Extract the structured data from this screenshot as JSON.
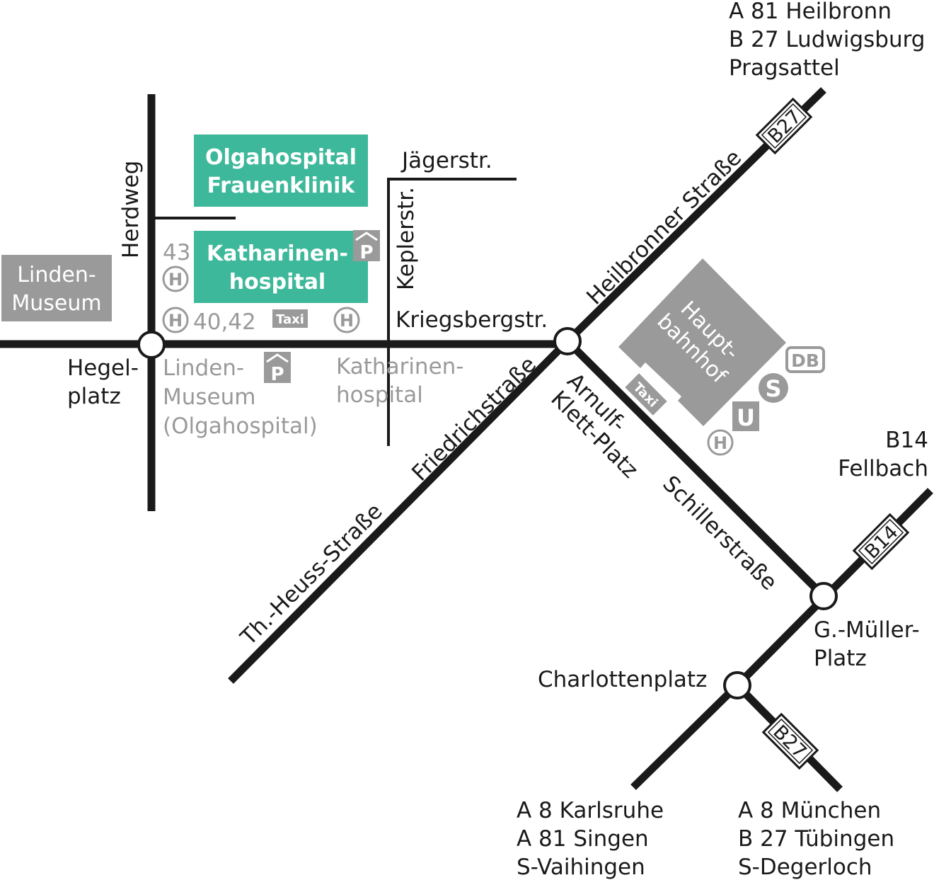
{
  "destinations": {
    "north": [
      "A 81 Heilbronn",
      "B 27 Ludwigsburg",
      "Pragsattel"
    ],
    "east": [
      "B14",
      "Fellbach"
    ],
    "southwest": [
      "A 8 Karlsruhe",
      "A 81 Singen",
      "S-Vaihingen"
    ],
    "southeast": [
      "A 8 München",
      "B 27 Tübingen",
      "S-Degerloch"
    ]
  },
  "streets": {
    "herdweg": "Herdweg",
    "jaegerstr": "Jägerstr.",
    "keplerstr": "Keplerstr.",
    "kriegsbergstr": "Kriegsbergstr.",
    "heilbronner": "Heilbronner Straße",
    "friedrichstr": "Friedrichstraße",
    "heuss": "Th.-Heuss-Straße",
    "arnulf": [
      "Arnulf-",
      "Klett-Platz"
    ],
    "schillerstr": "Schillerstraße"
  },
  "places": {
    "hegelplatz": [
      "Hegel-",
      "platz"
    ],
    "charlottenplatz": "Charlottenplatz",
    "mueller_platz": [
      "G.-Müller-",
      "Platz"
    ]
  },
  "buildings": {
    "olgahospital": [
      "Olgahospital",
      "Frauenklinik"
    ],
    "katharinenhospital": [
      "Katharinen-",
      "hospital"
    ],
    "linden_museum": [
      "Linden-",
      "Museum"
    ],
    "hauptbahnhof": [
      "Haupt-",
      "bahnhof"
    ]
  },
  "stops": {
    "linden_stop": [
      "Linden-",
      "Museum",
      "(Olgahospital)"
    ],
    "katharinen_stop": [
      "Katharinen-",
      "hospital"
    ],
    "bus_43": "43",
    "bus_40_42": "40,42"
  },
  "symbols": {
    "bus": "H",
    "parking": "P",
    "taxi": "Taxi",
    "ubahn": "U",
    "sbahn": "S",
    "db": "DB"
  },
  "shields": {
    "b27_north": "B27",
    "b14": "B14",
    "b27_south": "B27"
  },
  "colors": {
    "hospital_green": "#3db89a",
    "building_grey": "#9a9a9a",
    "road": "#1a1a1a"
  }
}
